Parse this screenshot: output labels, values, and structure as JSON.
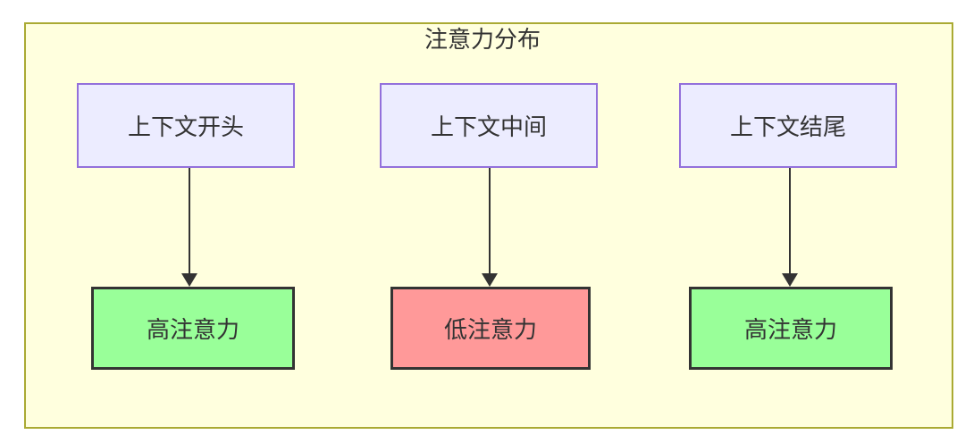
{
  "diagram": {
    "title": "注意力分布",
    "nodes": {
      "top": [
        {
          "label": "上下文开头"
        },
        {
          "label": "上下文中间"
        },
        {
          "label": "上下文结尾"
        }
      ],
      "bottom": [
        {
          "label": "高注意力",
          "level": "high"
        },
        {
          "label": "低注意力",
          "level": "low"
        },
        {
          "label": "高注意力",
          "level": "high"
        }
      ]
    },
    "edges": [
      {
        "from": "上下文开头",
        "to": "高注意力"
      },
      {
        "from": "上下文中间",
        "to": "低注意力"
      },
      {
        "from": "上下文结尾",
        "to": "高注意力"
      }
    ],
    "colors": {
      "container_fill": "#ffffde",
      "container_border": "#aaaa33",
      "node_fill": "#ececff",
      "node_border": "#9370db",
      "high_attention_fill": "#99ff99",
      "low_attention_fill": "#ff9999",
      "emphasis_border": "#333333",
      "text": "#333333",
      "arrow": "#333333"
    }
  }
}
